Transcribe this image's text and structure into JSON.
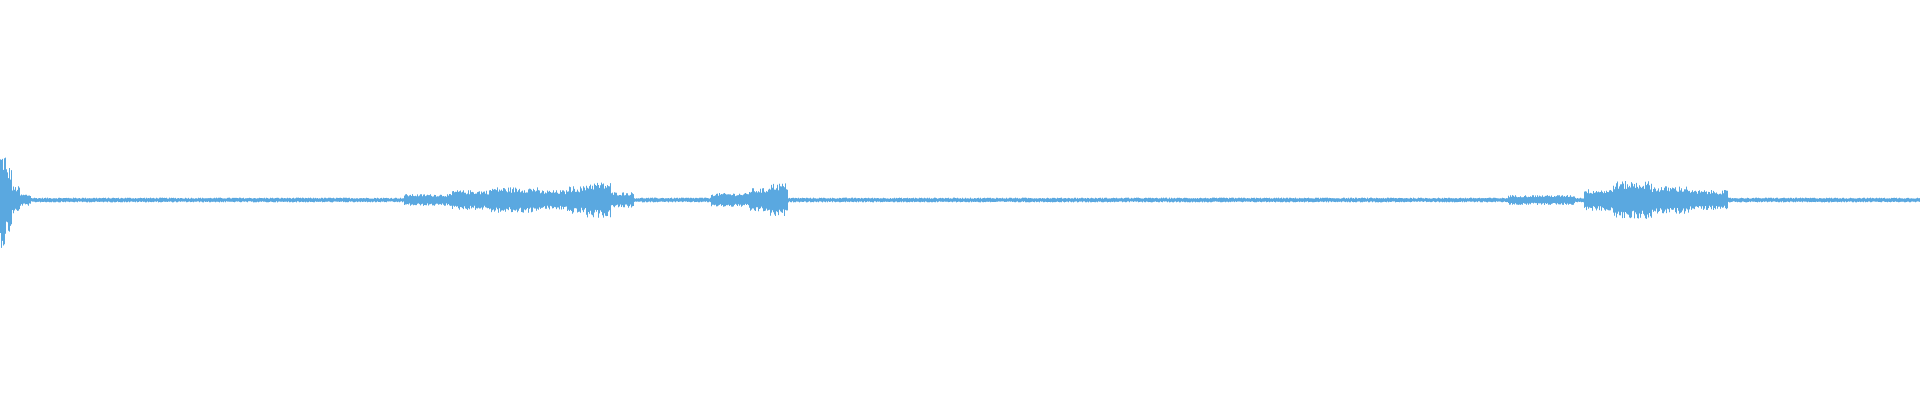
{
  "colors": {
    "background": "#ffffff",
    "waveform": "#5aa8e0"
  },
  "waveform": {
    "baseline_amplitude": 0.012,
    "duration": 1.0,
    "segments": [
      {
        "start": 0.0,
        "end": 0.003,
        "amplitude": 0.24
      },
      {
        "start": 0.003,
        "end": 0.006,
        "amplitude": 0.17
      },
      {
        "start": 0.006,
        "end": 0.01,
        "amplitude": 0.07
      },
      {
        "start": 0.01,
        "end": 0.016,
        "amplitude": 0.03
      },
      {
        "start": 0.21,
        "end": 0.235,
        "amplitude": 0.03
      },
      {
        "start": 0.235,
        "end": 0.255,
        "amplitude": 0.05
      },
      {
        "start": 0.255,
        "end": 0.28,
        "amplitude": 0.065
      },
      {
        "start": 0.28,
        "end": 0.295,
        "amplitude": 0.05
      },
      {
        "start": 0.295,
        "end": 0.305,
        "amplitude": 0.07
      },
      {
        "start": 0.305,
        "end": 0.318,
        "amplitude": 0.09
      },
      {
        "start": 0.318,
        "end": 0.33,
        "amplitude": 0.04
      },
      {
        "start": 0.37,
        "end": 0.39,
        "amplitude": 0.035
      },
      {
        "start": 0.39,
        "end": 0.4,
        "amplitude": 0.06
      },
      {
        "start": 0.4,
        "end": 0.41,
        "amplitude": 0.085
      },
      {
        "start": 0.785,
        "end": 0.82,
        "amplitude": 0.025
      },
      {
        "start": 0.825,
        "end": 0.84,
        "amplitude": 0.055
      },
      {
        "start": 0.84,
        "end": 0.86,
        "amplitude": 0.095
      },
      {
        "start": 0.86,
        "end": 0.88,
        "amplitude": 0.07
      },
      {
        "start": 0.88,
        "end": 0.9,
        "amplitude": 0.05
      }
    ]
  }
}
